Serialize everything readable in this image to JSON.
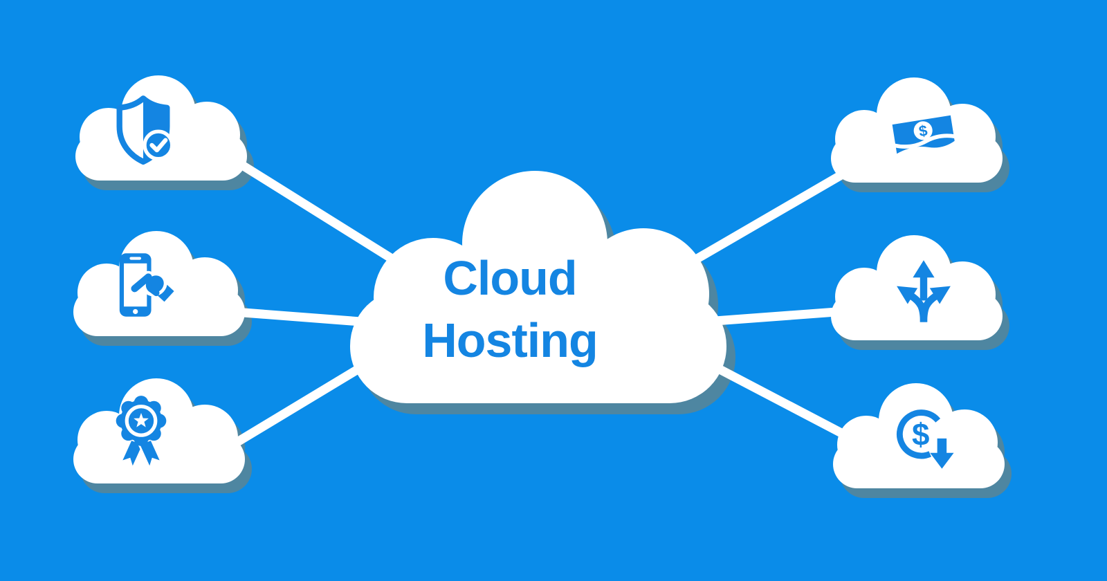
{
  "canvas": {
    "background": "#0a8ce9",
    "cloud_fill": "#ffffff",
    "shadow_color": "#4e86a1",
    "accent_color": "#1485e2",
    "line_color": "#ffffff"
  },
  "title": {
    "line1": "Cloud",
    "line2": "Hosting"
  },
  "nodes": [
    {
      "id": "security",
      "icon": "shield-check-icon",
      "position": "top-left"
    },
    {
      "id": "mobile-access",
      "icon": "smartphone-touch-icon",
      "position": "middle-left"
    },
    {
      "id": "quality-award",
      "icon": "award-ribbon-icon",
      "position": "bottom-left"
    },
    {
      "id": "money",
      "icon": "banknote-dollar-icon",
      "position": "top-right",
      "glyph": "$"
    },
    {
      "id": "flexibility",
      "icon": "three-way-arrows-icon",
      "position": "middle-right"
    },
    {
      "id": "cost-reduction",
      "icon": "dollar-down-icon",
      "position": "bottom-right",
      "glyph": "$"
    }
  ],
  "connections": [
    {
      "from": "center",
      "to": "security"
    },
    {
      "from": "center",
      "to": "mobile-access"
    },
    {
      "from": "center",
      "to": "quality-award"
    },
    {
      "from": "center",
      "to": "money"
    },
    {
      "from": "center",
      "to": "flexibility"
    },
    {
      "from": "center",
      "to": "cost-reduction"
    }
  ]
}
